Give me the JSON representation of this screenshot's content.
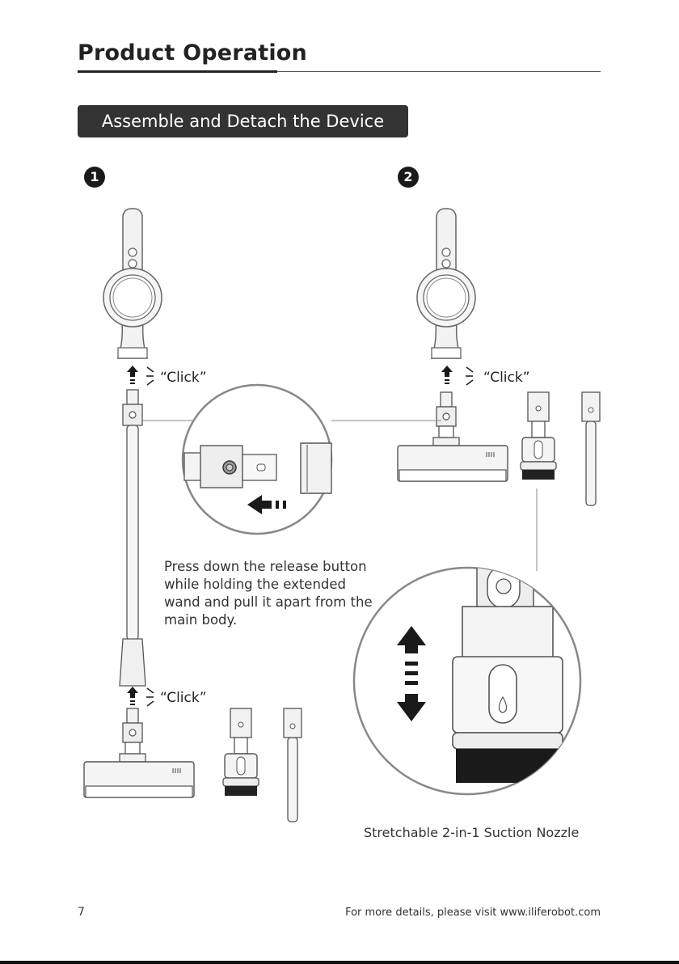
{
  "page": {
    "title": "Product Operation",
    "section": "Assemble and Detach the Device",
    "steps": [
      "1",
      "2"
    ],
    "click_labels": [
      "“Click”",
      "“Click”",
      "“Click”"
    ],
    "instruction": "Press down the release button while holding the extended wand and pull it apart from the main body.",
    "caption": "Stretchable 2-in-1 Suction Nozzle",
    "page_number": "7",
    "footer": "For more details, please visit www.iliferobot.com"
  },
  "icons": [
    "click-sound-icon",
    "up-arrow-icon",
    "left-arrow-icon",
    "up-down-arrow-icon"
  ],
  "colors": {
    "heading_badge": "#333333",
    "ink": "#222222",
    "line": "#888888"
  }
}
